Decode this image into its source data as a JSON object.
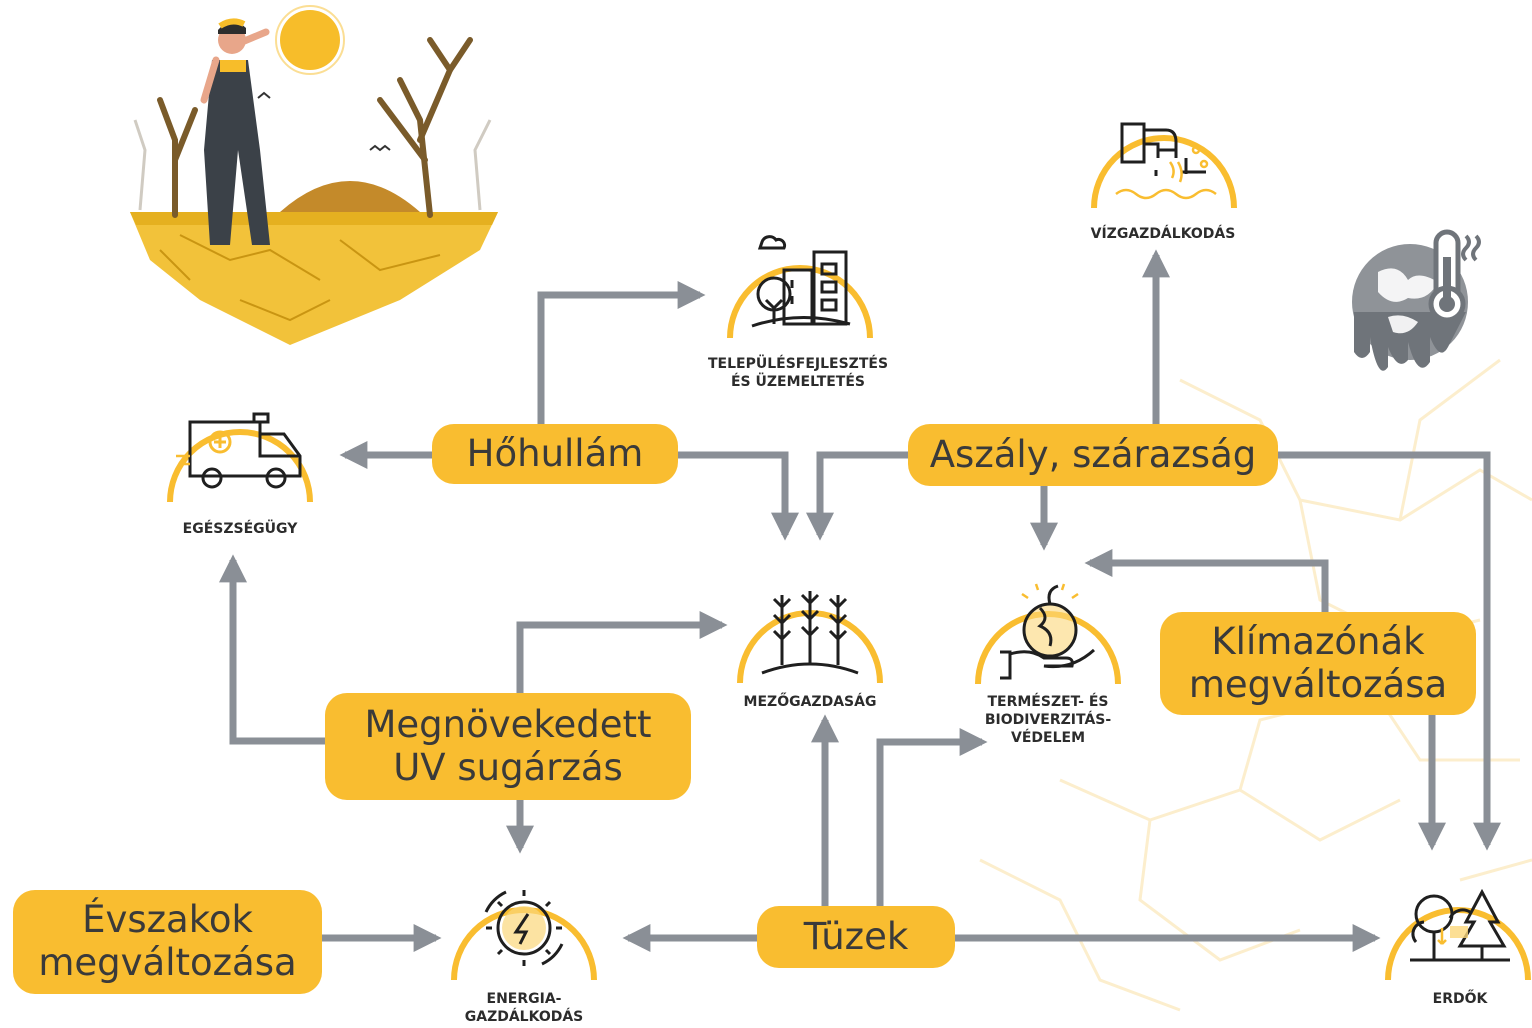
{
  "colors": {
    "accent": "#f9bd30",
    "arrow": "#8a8f96",
    "text": "#333333",
    "icon_stroke": "#1f1f1f"
  },
  "causes": {
    "hohullam": "Hőhullám",
    "aszaly": "Aszály, szárazság",
    "uv_line1": "Megnövekedett",
    "uv_line2": "UV sugárzás",
    "klimazona_line1": "Klímazónák",
    "klimazona_line2": "megváltozása",
    "evszakok_line1": "Évszakok",
    "evszakok_line2": "megváltozása",
    "tuzek": "Tüzek"
  },
  "sectors": {
    "telepules_line1": "TELEPÜLÉSFEJLESZTÉS",
    "telepules_line2": "ÉS ÜZEMELTETÉS",
    "vizgazdalkodas": "VÍZGAZDÁLKODÁS",
    "egeszsegugy": "EGÉSZSÉGÜGY",
    "mezogazdasag": "MEZŐGAZDASÁG",
    "termeszet_line1": "TERMÉSZET- ÉS",
    "termeszet_line2": "BIODIVERZITÁS-",
    "termeszet_line3": "VÉDELEM",
    "energia_line1": "ENERGIA-",
    "energia_line2": "GAZDÁLKODÁS",
    "erdok": "ERDŐK"
  },
  "icons": {
    "illustration": "drought-farmer-illustration",
    "globe": "melting-globe-thermometer-icon",
    "ambulance": "ambulance-icon",
    "city": "city-buildings-icon",
    "water": "water-pipe-icon",
    "crops": "wheat-crops-icon",
    "nature": "hand-earth-icon",
    "energy": "energy-gear-icon",
    "forest": "forest-trees-icon"
  }
}
